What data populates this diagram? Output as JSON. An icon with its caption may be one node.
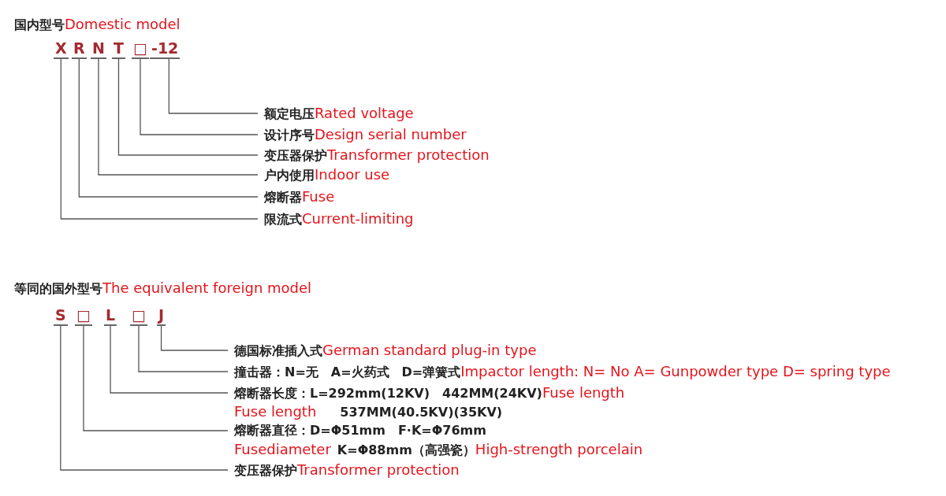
{
  "diagram": {
    "nodes": [
      {
        "text": [
          "X"
        ]
      },
      {
        "text": [
          "R"
        ]
      },
      {
        "text": [
          "N"
        ]
      },
      {
        "text": [
          "T"
        ]
      },
      {
        "text": [
          "□"
        ]
      },
      {
        "text": [
          "-12"
        ]
      },
      {
        "text": [
          "额定电压",
          "Rated voltage"
        ]
      },
      {
        "text": [
          "设计序号",
          "Design serial number"
        ]
      },
      {
        "text": [
          "变压器保护",
          "Transformer protection"
        ]
      },
      {
        "text": [
          "户内使用",
          "Indoor use"
        ]
      },
      {
        "text": [
          "熔断器",
          "Fuse"
        ]
      },
      {
        "text": [
          "限流式",
          "Current-limiting"
        ]
      },
      {
        "text": [
          "S"
        ]
      },
      {
        "text": [
          "□"
        ]
      },
      {
        "text": [
          "L"
        ]
      },
      {
        "text": [
          "□"
        ]
      },
      {
        "text": [
          "J"
        ]
      },
      {
        "text": [
          "德国标准插入式",
          "German standard plug-in type"
        ]
      },
      {
        "text": [
          "撞击器：N=无　A=火药式　D=弹簧式",
          "Impactor length: N= No A= Gunpowder type D= spring type"
        ]
      },
      {
        "text": [
          "熔断器长度：L=292mm(12KV)　442MM(24KV)",
          "Fuse length",
          "Fuse length",
          "537MM(40.5KV)(35KV)"
        ]
      },
      {
        "text": [
          "熔断器直径：D=Φ51mm　F·K=Φ76mm",
          "Fusediameter",
          "K=Φ88mm（高强瓷）",
          "High-strength porcelain"
        ]
      },
      {
        "text": [
          "变压器保护",
          "Transformer protection"
        ]
      }
    ],
    "edges": [
      {
        "from": 6,
        "to": 5,
        "arrow": "none"
      },
      {
        "from": 7,
        "to": 4,
        "arrow": "none"
      },
      {
        "from": 8,
        "to": 3,
        "arrow": "none"
      },
      {
        "from": 9,
        "to": 2,
        "arrow": "none"
      },
      {
        "from": 10,
        "to": 1,
        "arrow": "none"
      },
      {
        "from": 11,
        "to": 0,
        "arrow": "none"
      },
      {
        "from": 17,
        "to": 16,
        "arrow": "none"
      },
      {
        "from": 18,
        "to": 15,
        "arrow": "none"
      },
      {
        "from": 19,
        "to": 14,
        "arrow": "none"
      },
      {
        "from": 20,
        "to": 13,
        "arrow": "none"
      },
      {
        "from": 21,
        "to": 12,
        "arrow": "none"
      }
    ],
    "labels": [
      "国内型号",
      "Domestic model",
      "等同的国外型号",
      "The equivalent foreign model"
    ]
  }
}
